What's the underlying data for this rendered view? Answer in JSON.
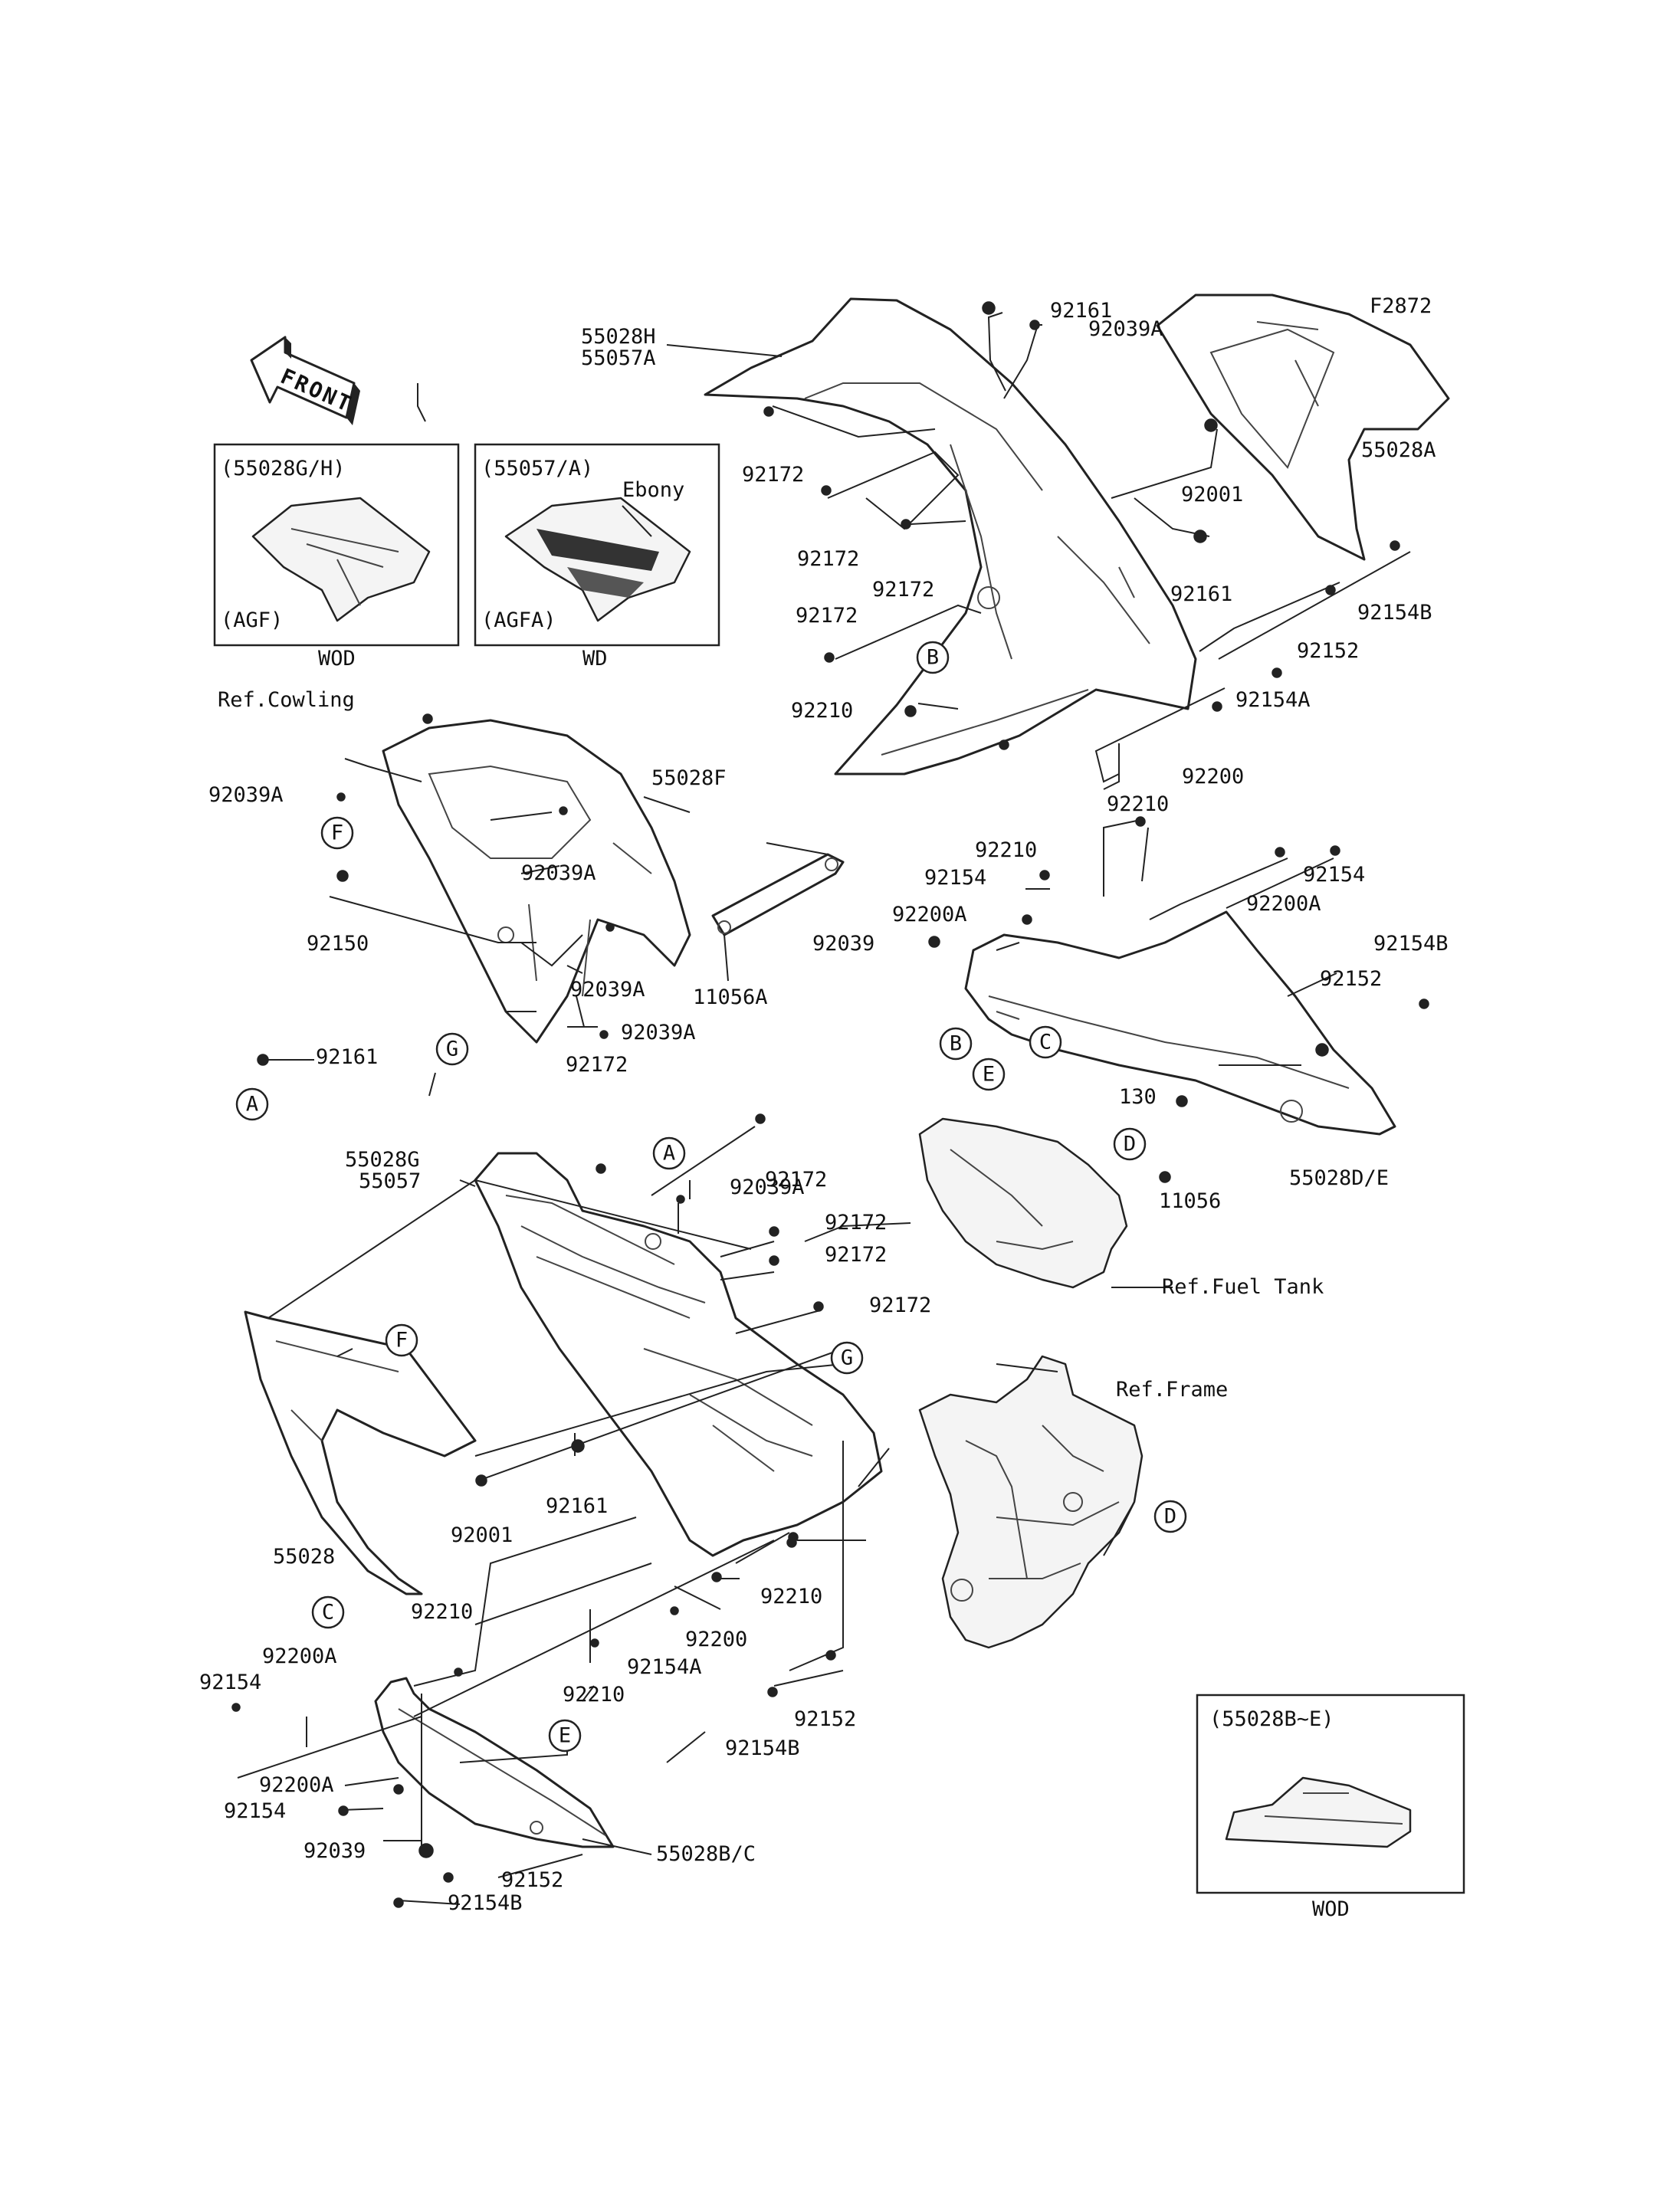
{
  "diagram_code": "F2872",
  "front_label": "FRONT",
  "inset_boxes": [
    {
      "header": "(55028G/H)",
      "footer_inner": "(AGF)",
      "caption": "WOD"
    },
    {
      "header": "(55057/A)",
      "note": "Ebony",
      "footer_inner": "(AGFA)",
      "caption": "WD"
    },
    {
      "header": "(55028B~E)",
      "caption": "WOD"
    }
  ],
  "callouts": [
    "A",
    "A",
    "B",
    "B",
    "C",
    "C",
    "D",
    "D",
    "E",
    "E",
    "F",
    "F",
    "G",
    "G"
  ],
  "part_labels": [
    "92161",
    "92039A",
    "F2872",
    "55028H",
    "55057A",
    "55028A",
    "92172",
    "92001",
    "92172",
    "92172",
    "92161",
    "92154B",
    "92172",
    "92152",
    "92210",
    "92154A",
    "92200",
    "Ref.Cowling",
    "92210",
    "55028F",
    "92039A",
    "92210",
    "92154",
    "92039A",
    "92154",
    "92200A",
    "92200A",
    "92150",
    "92039",
    "92154B",
    "92039A",
    "11056A",
    "92152",
    "92039A",
    "92161",
    "130",
    "92172",
    "55028G",
    "55057",
    "92172",
    "11056",
    "55028D/E",
    "92039A",
    "92172",
    "92172",
    "Ref.Fuel Tank",
    "92172",
    "Ref.Frame",
    "92001",
    "92161",
    "55028",
    "92210",
    "92200",
    "92210",
    "92154A",
    "92154",
    "92200A",
    "92210",
    "92152",
    "92154B",
    "92200A",
    "92154",
    "92039",
    "55028B/C",
    "92152",
    "92154B"
  ]
}
